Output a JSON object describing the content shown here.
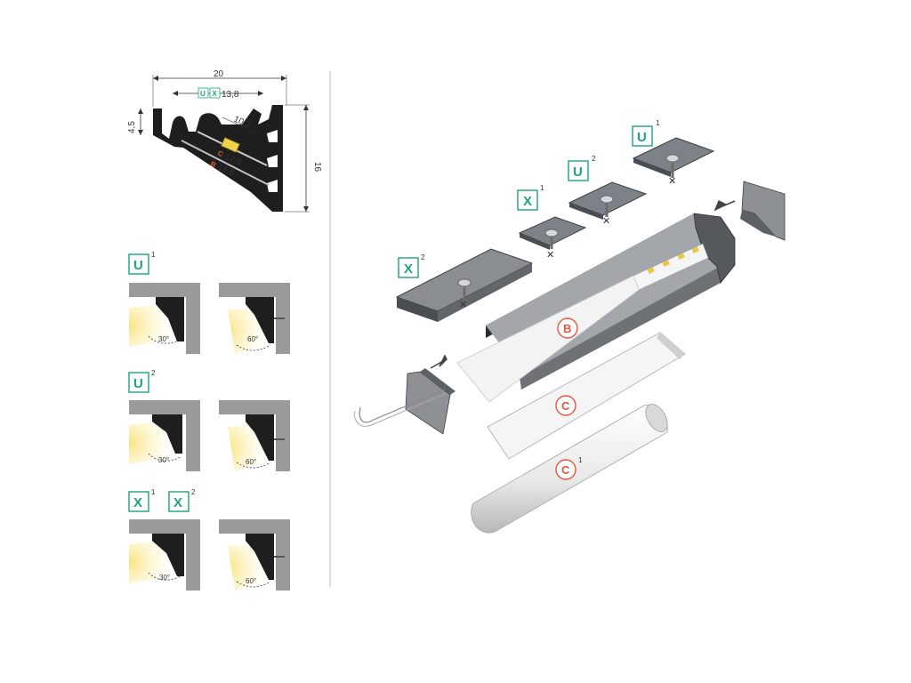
{
  "dimensions": {
    "width": "20",
    "inner_width": "13,8",
    "height": "16",
    "lip": "4,5",
    "strip": "10,2",
    "c_width": "12,6",
    "b_width": "15,6",
    "u_tag": "U",
    "x_tag": "X",
    "c_tag": "C",
    "b_tag": "B"
  },
  "mounting": [
    {
      "tags": [
        {
          "letter": "U",
          "sup": "1"
        }
      ],
      "angles": [
        "30°",
        "60°"
      ]
    },
    {
      "tags": [
        {
          "letter": "U",
          "sup": "2"
        }
      ],
      "angles": [
        "30°",
        "60°"
      ]
    },
    {
      "tags": [
        {
          "letter": "X",
          "sup": "1"
        },
        {
          "letter": "X",
          "sup": "2"
        }
      ],
      "angles": [
        "30°",
        "60°"
      ]
    }
  ],
  "exploded": {
    "clip_u1": {
      "letter": "U",
      "sup": "1"
    },
    "clip_u2": {
      "letter": "U",
      "sup": "2"
    },
    "clip_x1": {
      "letter": "X",
      "sup": "1"
    },
    "clip_x2": {
      "letter": "X",
      "sup": "2"
    },
    "cover_b": {
      "letter": "B"
    },
    "cover_c": {
      "letter": "C"
    },
    "cover_c1": {
      "letter": "C",
      "sup": "1"
    }
  },
  "colors": {
    "teal": "#1fa37a",
    "orange": "#e2583e",
    "profile": "#1e1e1e",
    "wall": "#9a9a9a",
    "light": "#f5d94a"
  }
}
